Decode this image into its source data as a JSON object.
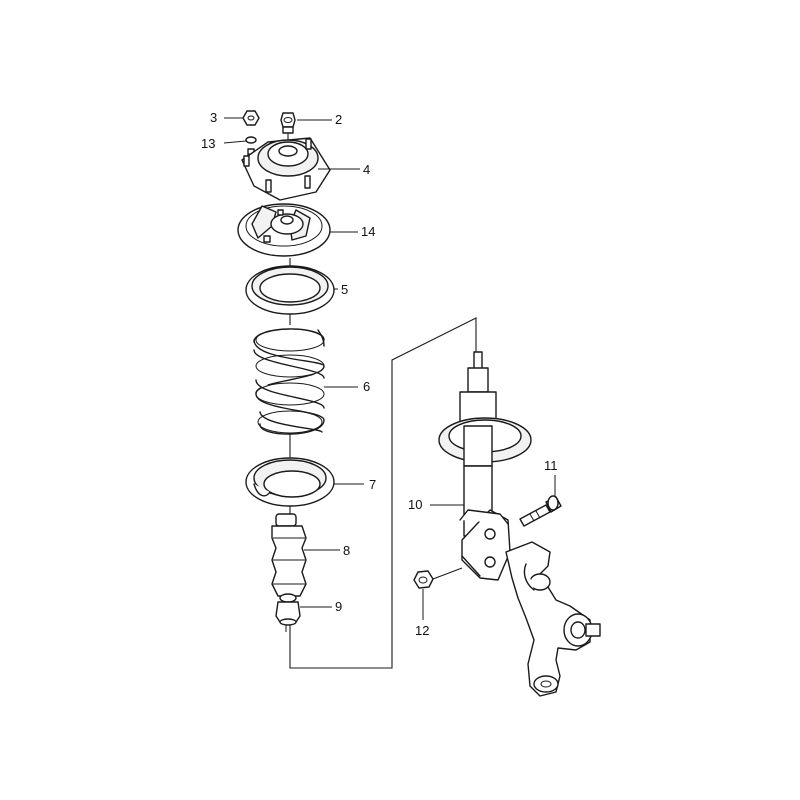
{
  "callouts": {
    "c2": "2",
    "c3": "3",
    "c4": "4",
    "c5": "5",
    "c6": "6",
    "c7": "7",
    "c8": "8",
    "c9": "9",
    "c10": "10",
    "c11": "11",
    "c12": "12",
    "c13": "13",
    "c14": "14"
  },
  "colors": {
    "line": "#1a1a1a",
    "background": "#ffffff"
  }
}
